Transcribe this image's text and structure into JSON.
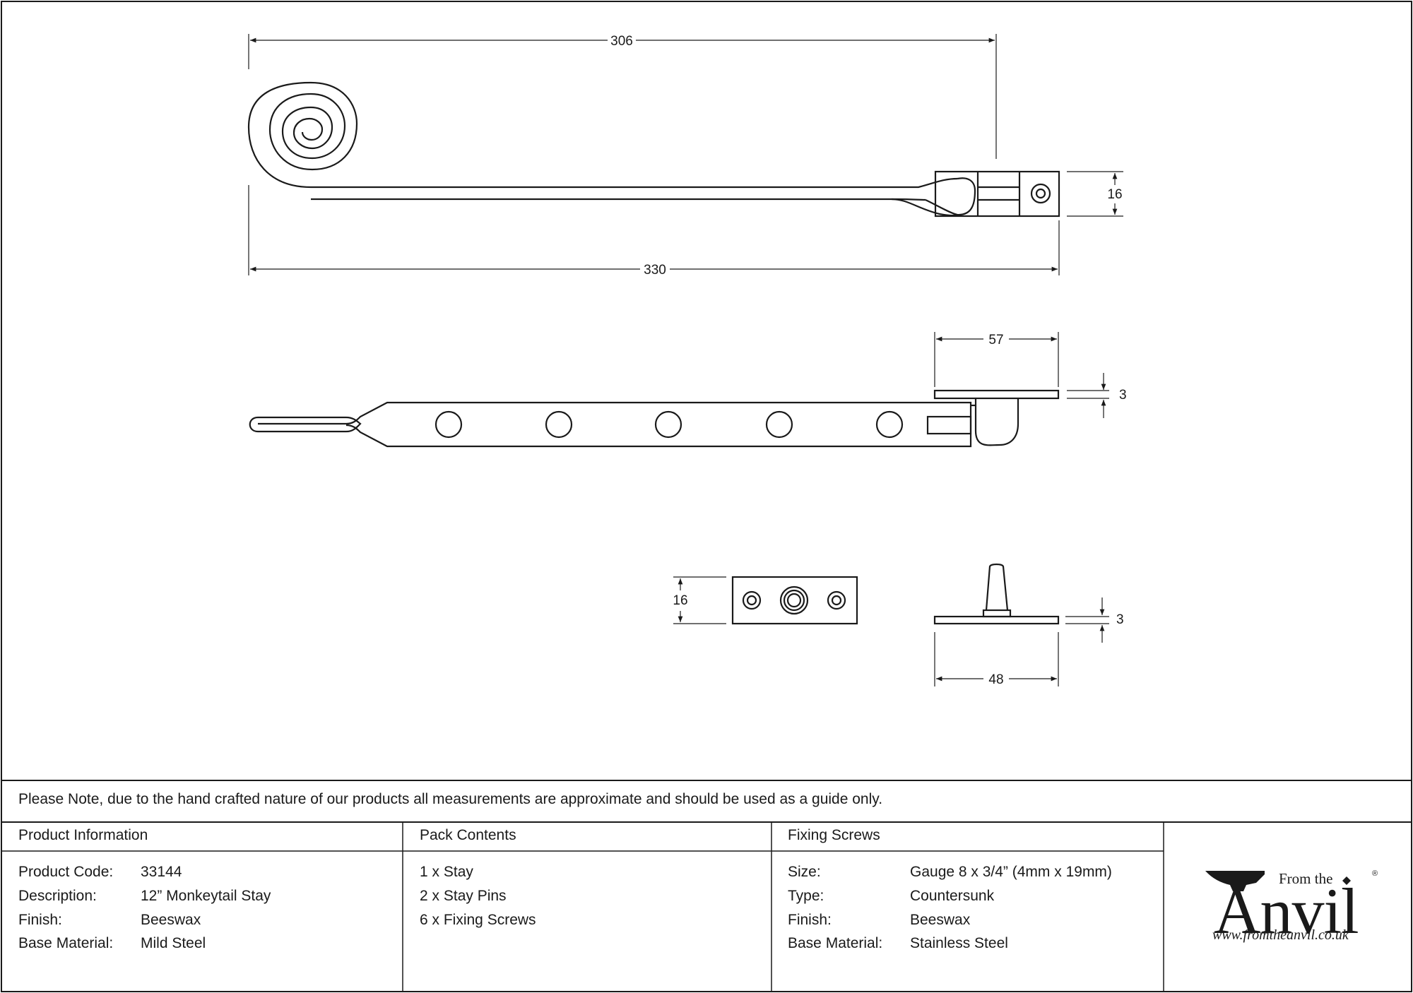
{
  "dimensions": {
    "d306": "306",
    "d330": "330",
    "d16_top": "16",
    "d57": "57",
    "d3_side": "3",
    "d16_pin": "16",
    "d3_pin": "3",
    "d48": "48"
  },
  "note": "Please Note, due to the hand crafted nature of our products all measurements are approximate and should be used as a guide only.",
  "product_info": {
    "heading": "Product Information",
    "rows": [
      {
        "label": "Product Code:",
        "value": "33144"
      },
      {
        "label": "Description:",
        "value": "12” Monkeytail Stay"
      },
      {
        "label": "Finish:",
        "value": "Beeswax"
      },
      {
        "label": "Base Material:",
        "value": "Mild Steel"
      }
    ]
  },
  "pack_contents": {
    "heading": "Pack Contents",
    "items": [
      "1 x Stay",
      "2 x Stay Pins",
      "6 x Fixing Screws"
    ]
  },
  "fixing_screws": {
    "heading": "Fixing Screws",
    "rows": [
      {
        "label": "Size:",
        "value": "Gauge 8 x 3/4” (4mm x 19mm)"
      },
      {
        "label": "Type:",
        "value": "Countersunk"
      },
      {
        "label": "Finish:",
        "value": "Beeswax"
      },
      {
        "label": "Base Material:",
        "value": "Stainless Steel"
      }
    ]
  },
  "logo": {
    "from_the": "From the",
    "anvil": "Anvil",
    "registered": "®",
    "url": "www.fromtheanvil.co.uk"
  }
}
